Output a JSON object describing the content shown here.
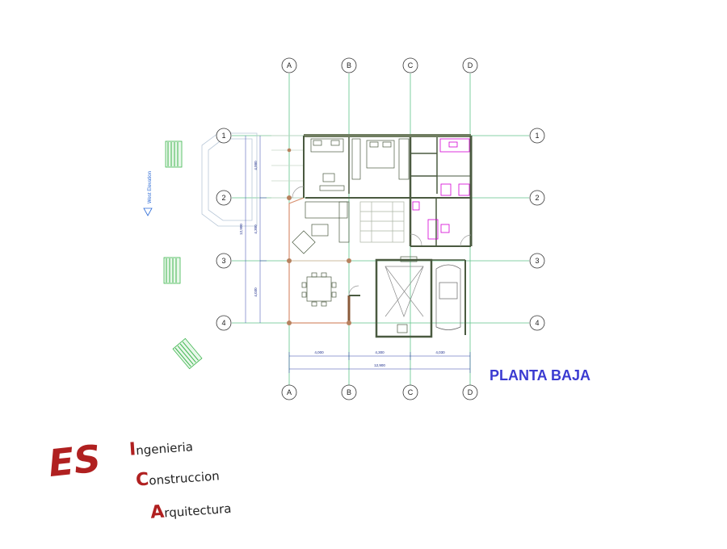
{
  "plan": {
    "title": "PLANTA BAJA",
    "grid_columns": [
      "A",
      "B",
      "C",
      "D"
    ],
    "grid_rows": [
      "1",
      "2",
      "3",
      "4"
    ],
    "dimensions_bottom": [
      "4,000",
      "4,300",
      "4,030"
    ],
    "dimension_total": "12,900",
    "dimensions_left": [
      "4,000",
      "4,300",
      "4,030",
      "12,900"
    ],
    "elevation_label": "West Elevation",
    "colors": {
      "grid_line": "#5fc38a",
      "bubble_stroke": "#333333",
      "wall": "#4a5a40",
      "dimension": "#3344aa",
      "title": "#3b3bd1",
      "fixture": "#d400d4",
      "terrace": "#c8804a",
      "plant": "#3fb64f"
    }
  },
  "logo": {
    "mark": "ES",
    "line1": "Ingenieria",
    "line2": "Construccion",
    "line3": "Arquitectura"
  }
}
